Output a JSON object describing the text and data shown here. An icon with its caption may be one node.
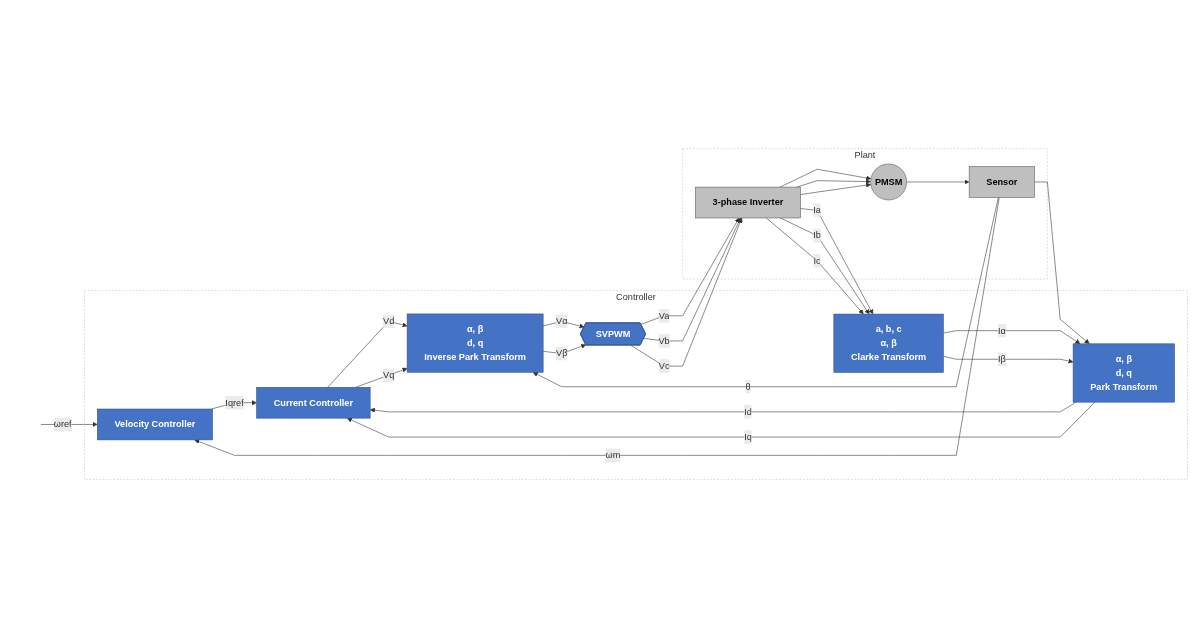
{
  "diagram": {
    "nodes": [
      {
        "text": [
          "Controller"
        ]
      },
      {
        "text": [
          "Plant"
        ]
      },
      {
        "text": [
          "Velocity Controller"
        ],
        "in": 0
      },
      {
        "text": [
          "Current Controller"
        ],
        "in": 0
      },
      {
        "text": [
          "α, β",
          "d, q",
          "Inverse Park Transform"
        ],
        "in": 0
      },
      {
        "text": [
          "SVPWM"
        ],
        "in": 0
      },
      {
        "text": [
          "α, β",
          "d, q",
          "Park Transform"
        ],
        "in": 0
      },
      {
        "text": [
          "a, b, c",
          "α, β",
          "Clarke Transform"
        ],
        "in": 0
      },
      {
        "text": [
          "3-phase Inverter"
        ],
        "in": 1
      },
      {
        "text": [
          "Sensor"
        ],
        "in": 1
      },
      {
        "text": [
          "PMSM"
        ],
        "in": 1
      }
    ],
    "edges": [
      {
        "from": null,
        "to": 2,
        "arrow": "to",
        "label": "ωref"
      },
      {
        "from": 2,
        "to": 3,
        "arrow": "to",
        "label": "Iqref"
      },
      {
        "from": 3,
        "to": 4,
        "arrow": "to",
        "label": "Vd"
      },
      {
        "from": 3,
        "to": 4,
        "arrow": "to",
        "label": "Vq"
      },
      {
        "from": 4,
        "to": 5,
        "arrow": "to",
        "label": "Vα"
      },
      {
        "from": 4,
        "to": 5,
        "arrow": "to",
        "label": "Vβ"
      },
      {
        "from": 5,
        "to": 8,
        "arrow": "to",
        "label": "Va"
      },
      {
        "from": 5,
        "to": 8,
        "arrow": "to",
        "label": "Vb"
      },
      {
        "from": 5,
        "to": 8,
        "arrow": "to",
        "label": "Vc"
      },
      {
        "from": 8,
        "to": 10,
        "arrow": "to"
      },
      {
        "from": 8,
        "to": 10,
        "arrow": "to"
      },
      {
        "from": 8,
        "to": 10,
        "arrow": "to"
      },
      {
        "from": 8,
        "to": 7,
        "arrow": "to",
        "label": "Ia"
      },
      {
        "from": 8,
        "to": 7,
        "arrow": "to",
        "label": "Ib"
      },
      {
        "from": 8,
        "to": 7,
        "arrow": "to",
        "label": "Ic"
      },
      {
        "from": 7,
        "to": 6,
        "arrow": "to",
        "label": "Iα"
      },
      {
        "from": 7,
        "to": 6,
        "arrow": "to",
        "label": "Iβ"
      },
      {
        "from": 6,
        "to": 3,
        "arrow": "to",
        "label": "Id"
      },
      {
        "from": 6,
        "to": 3,
        "arrow": "to",
        "label": "Iq"
      },
      {
        "from": 10,
        "to": 9,
        "arrow": "to"
      },
      {
        "from": 9,
        "to": 2,
        "arrow": "to",
        "label": "ωm"
      },
      {
        "from": 9,
        "to": 4,
        "arrow": "to",
        "label": "θ"
      },
      {
        "from": 9,
        "to": 6,
        "arrow": "to"
      }
    ]
  }
}
